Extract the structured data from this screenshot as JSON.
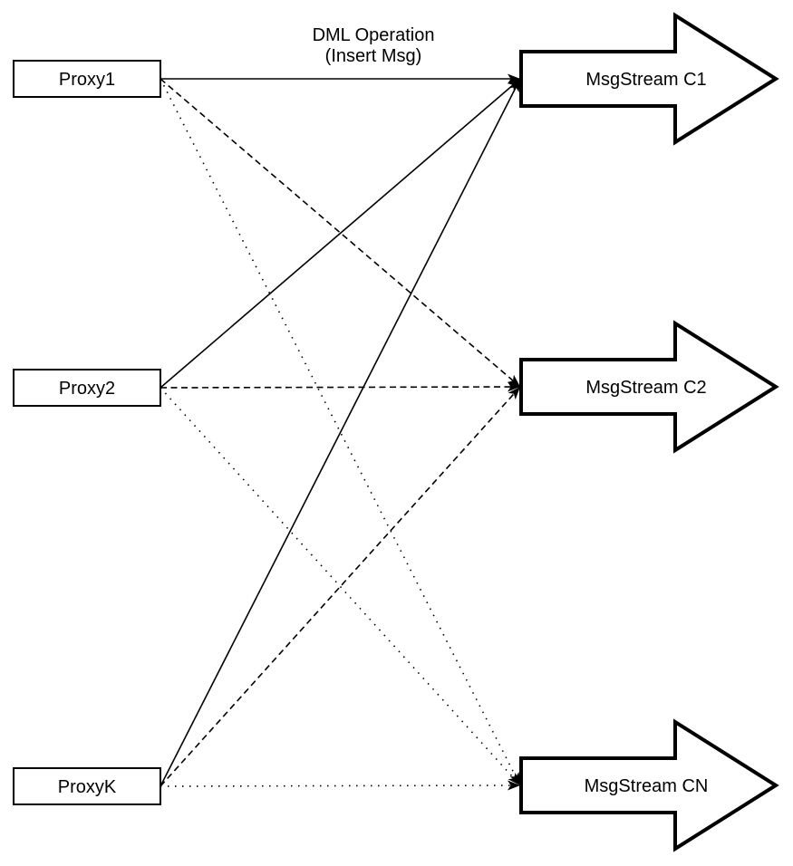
{
  "title": {
    "line1": "DML Operation",
    "line2": "(Insert Msg)"
  },
  "proxies": [
    {
      "label": "Proxy1"
    },
    {
      "label": "Proxy2"
    },
    {
      "label": "ProxyK"
    }
  ],
  "streams": [
    {
      "label": "MsgStream C1"
    },
    {
      "label": "MsgStream C2"
    },
    {
      "label": "MsgStream CN"
    }
  ],
  "edges": [
    {
      "from": "Proxy1",
      "to": "MsgStream C1",
      "style": "solid"
    },
    {
      "from": "Proxy2",
      "to": "MsgStream C1",
      "style": "solid"
    },
    {
      "from": "ProxyK",
      "to": "MsgStream C1",
      "style": "solid"
    },
    {
      "from": "Proxy1",
      "to": "MsgStream C2",
      "style": "dashed"
    },
    {
      "from": "Proxy2",
      "to": "MsgStream C2",
      "style": "dashed"
    },
    {
      "from": "ProxyK",
      "to": "MsgStream C2",
      "style": "dashed"
    },
    {
      "from": "Proxy1",
      "to": "MsgStream CN",
      "style": "dotted"
    },
    {
      "from": "Proxy2",
      "to": "MsgStream CN",
      "style": "dotted"
    },
    {
      "from": "ProxyK",
      "to": "MsgStream CN",
      "style": "dotted"
    }
  ],
  "colors": {
    "stroke": "#000000",
    "background": "#ffffff"
  }
}
